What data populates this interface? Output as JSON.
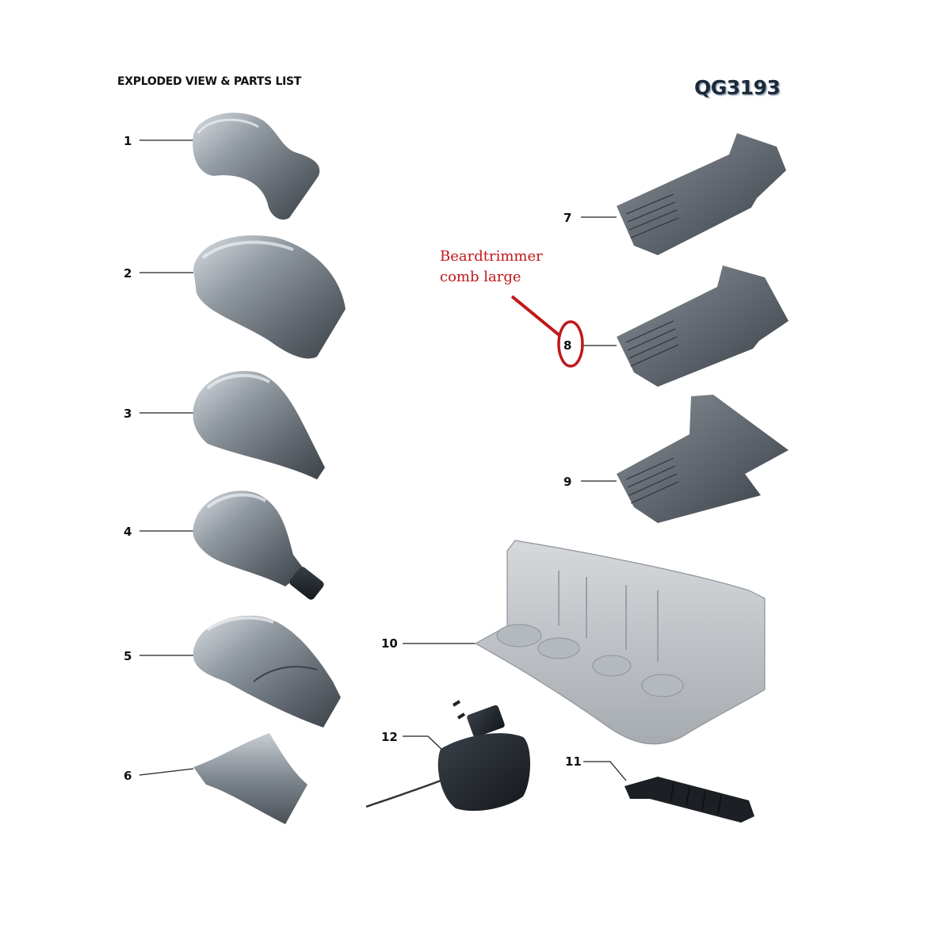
{
  "header": {
    "title": "EXPLODED VIEW & PARTS LIST",
    "model": "QG3193"
  },
  "parts": [
    {
      "number": "1"
    },
    {
      "number": "2"
    },
    {
      "number": "3"
    },
    {
      "number": "4"
    },
    {
      "number": "5"
    },
    {
      "number": "6"
    },
    {
      "number": "7"
    },
    {
      "number": "8"
    },
    {
      "number": "9"
    },
    {
      "number": "10"
    },
    {
      "number": "11"
    },
    {
      "number": "12"
    }
  ],
  "callout": {
    "line1": "Beardtrimmer",
    "line2": "comb large",
    "color": "#c0181a"
  }
}
